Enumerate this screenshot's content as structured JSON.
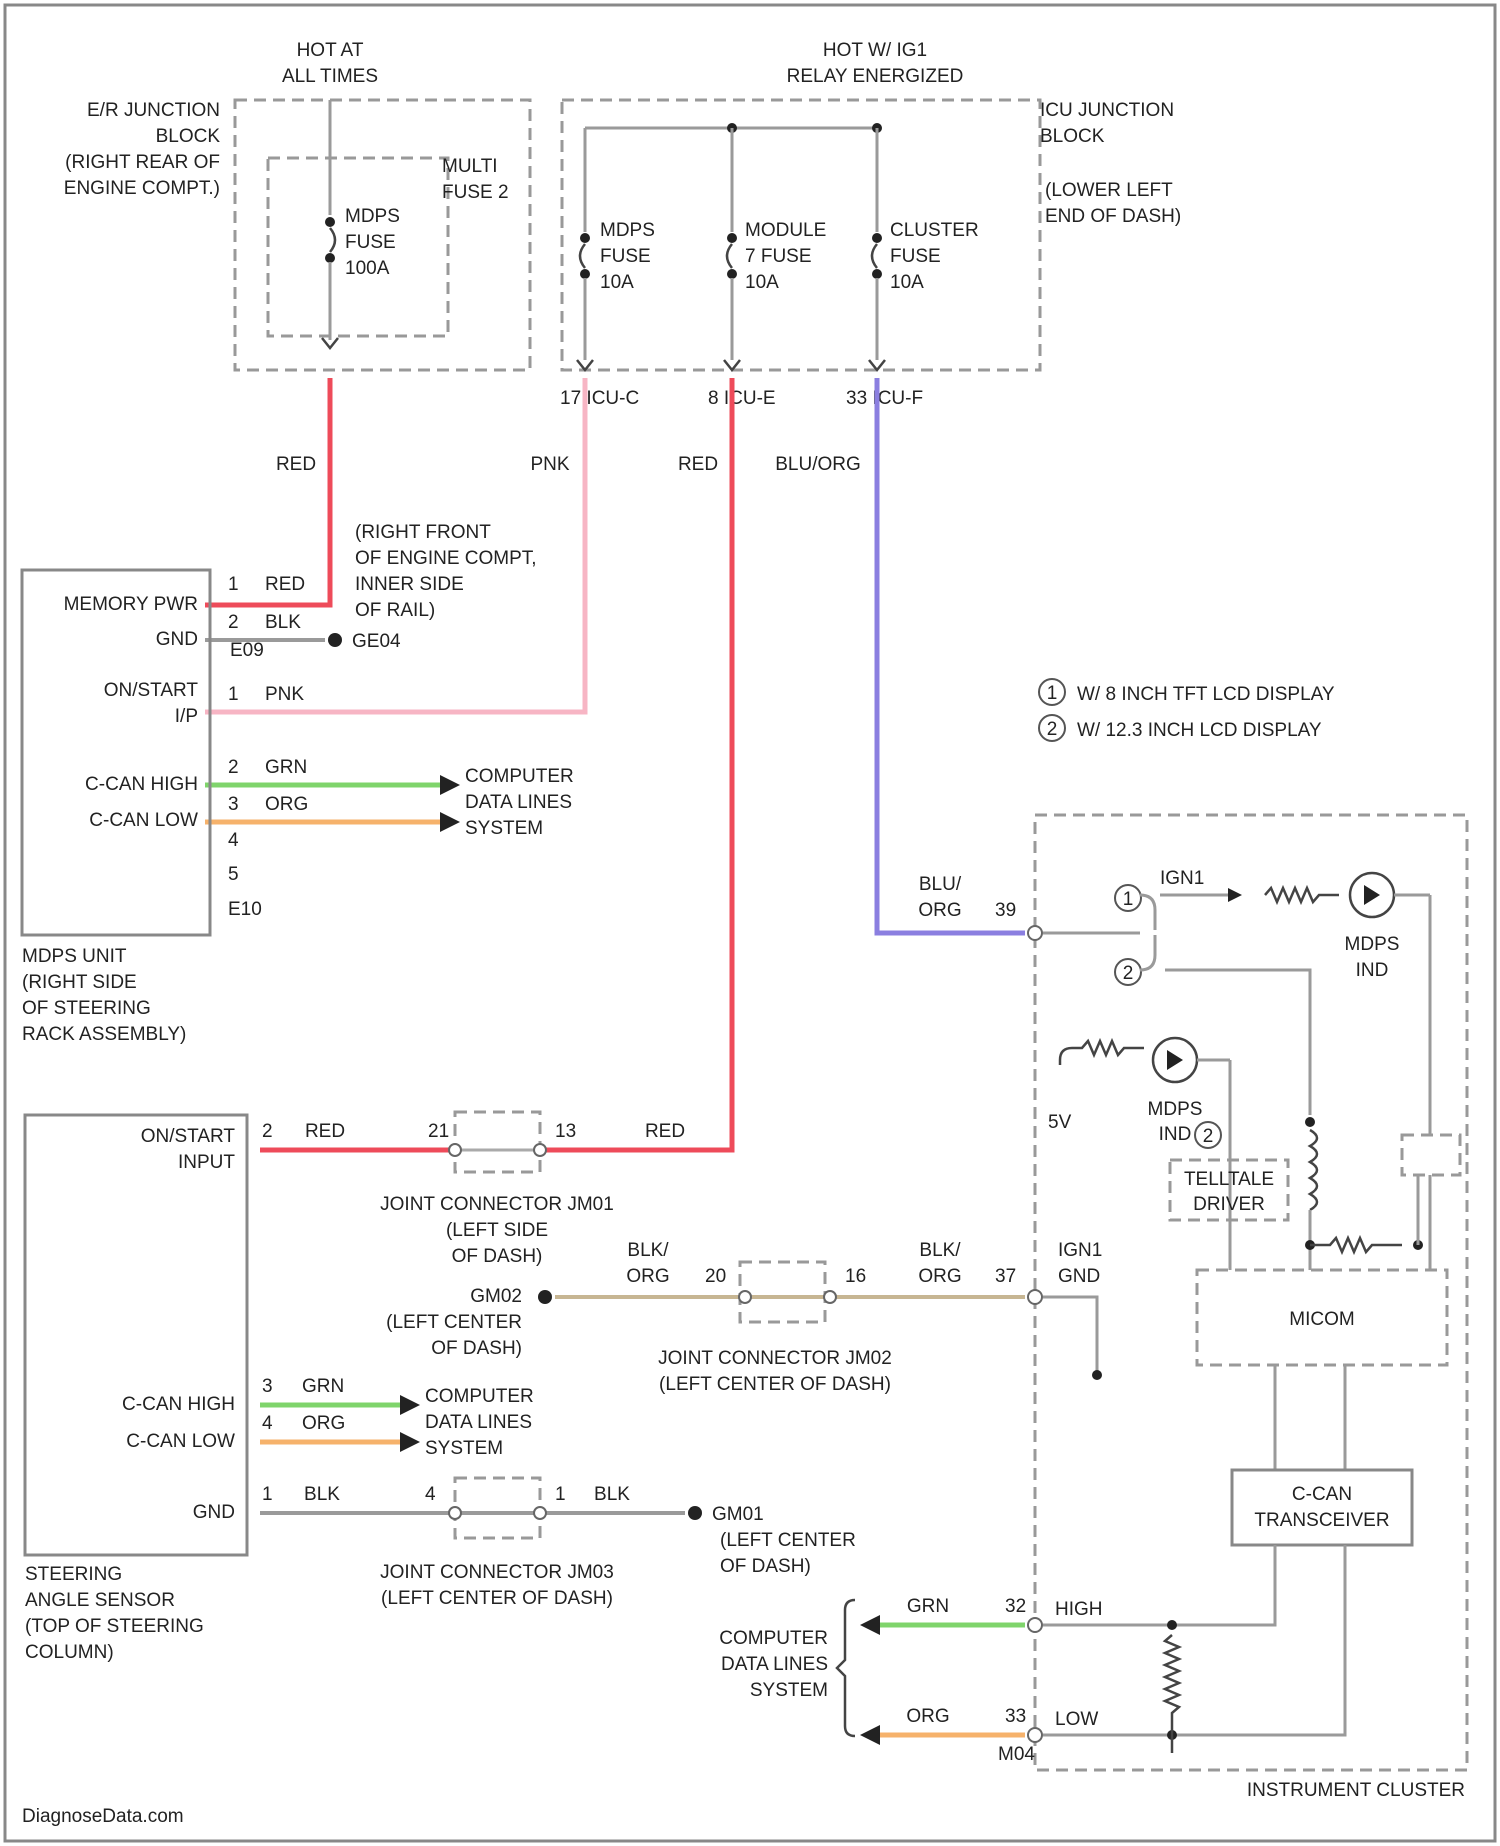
{
  "feeds": {
    "hot_always": [
      "HOT AT",
      "ALL TIMES"
    ],
    "hot_ig1": [
      "HOT W/ IG1",
      "RELAY ENERGIZED"
    ]
  },
  "er_block": {
    "label": [
      "E/R JUNCTION",
      "BLOCK",
      "(RIGHT REAR OF",
      "ENGINE COMPT.)"
    ],
    "multi_fuse": [
      "MULTI",
      "FUSE 2"
    ],
    "fuse": [
      "MDPS",
      "FUSE",
      "100A"
    ]
  },
  "icu_block": {
    "label": [
      "ICU JUNCTION",
      "BLOCK",
      "(LOWER LEFT",
      "END OF DASH)"
    ],
    "fuses": [
      {
        "lines": [
          "MDPS",
          "FUSE",
          "10A"
        ]
      },
      {
        "lines": [
          "MODULE",
          "7 FUSE",
          "10A"
        ]
      },
      {
        "lines": [
          "CLUSTER",
          "FUSE",
          "10A"
        ]
      }
    ],
    "connectors": [
      "17 ICU-C",
      "8 ICU-E",
      "33 ICU-F"
    ]
  },
  "wire_labels": {
    "red1": "RED",
    "pnk": "PNK",
    "red2": "RED",
    "bluorg": "BLU/ORG",
    "blu": "BLU/",
    "org": "ORG",
    "red_sas": "RED",
    "red_right": "RED",
    "blk": "BLK",
    "blk2": "BLK",
    "grn": "GRN",
    "org_c": "ORG",
    "blk_org": "BLK/"
  },
  "ground_note": [
    "(RIGHT FRONT",
    "OF ENGINE COMPT,",
    "INNER SIDE",
    "OF RAIL)"
  ],
  "mdps_unit": {
    "rows": [
      "MEMORY PWR",
      "GND",
      "ON/START",
      "I/P",
      "C-CAN HIGH",
      "C-CAN LOW"
    ],
    "pins": [
      "1",
      "2",
      "1",
      "2",
      "3",
      "4",
      "5"
    ],
    "pin_colors": [
      "RED",
      "BLK",
      "PNK",
      "GRN",
      "ORG"
    ],
    "connector_top": "E09",
    "connector_bottom": "E10",
    "ground": "GE04",
    "label": [
      "MDPS UNIT",
      "(RIGHT SIDE",
      "OF STEERING",
      "RACK ASSEMBLY)"
    ]
  },
  "computer_data": [
    "COMPUTER",
    "DATA LINES",
    "SYSTEM"
  ],
  "legend": [
    {
      "num": "1",
      "text": "W/ 8 INCH TFT LCD DISPLAY"
    },
    {
      "num": "2",
      "text": "W/ 12.3 INCH LCD DISPLAY"
    }
  ],
  "sas": {
    "rows": [
      "ON/START",
      "INPUT",
      "C-CAN HIGH",
      "C-CAN LOW",
      "GND"
    ],
    "pins": [
      "2",
      "3",
      "4",
      "1"
    ],
    "label": [
      "STEERING",
      "ANGLE SENSOR",
      "(TOP OF STEERING",
      "COLUMN)"
    ]
  },
  "jm01": {
    "label": [
      "JOINT CONNECTOR JM01",
      "(LEFT SIDE",
      "OF DASH)"
    ],
    "pins": [
      "21",
      "13"
    ]
  },
  "jm02": {
    "label": [
      "JOINT CONNECTOR JM02",
      "(LEFT CENTER OF DASH)"
    ],
    "pins": [
      "20",
      "16"
    ]
  },
  "jm03": {
    "label": [
      "JOINT CONNECTOR JM03",
      "(LEFT CENTER OF DASH)"
    ],
    "pins": [
      "4",
      "1"
    ]
  },
  "gm02": {
    "name": "GM02",
    "note": [
      "(LEFT CENTER",
      "OF DASH)"
    ]
  },
  "gm01": {
    "name": "GM01",
    "note": [
      "(LEFT CENTER",
      "OF DASH)"
    ]
  },
  "cluster": {
    "label": "INSTRUMENT CLUSTER",
    "ign": "IGN1",
    "pin39": "39",
    "pin37": "37",
    "gnd_label": [
      "IGN1",
      "GND"
    ],
    "mdps_ind": [
      "MDPS",
      "IND"
    ],
    "v5": "5V",
    "telltale": [
      "TELLTALE",
      "DRIVER"
    ],
    "micom": "MICOM",
    "transceiver": [
      "C-CAN",
      "TRANSCEIVER"
    ],
    "high": "HIGH",
    "low": "LOW",
    "pin32": "32",
    "pin33": "33",
    "m04": "M04"
  },
  "watermark": "DiagnoseData.com"
}
